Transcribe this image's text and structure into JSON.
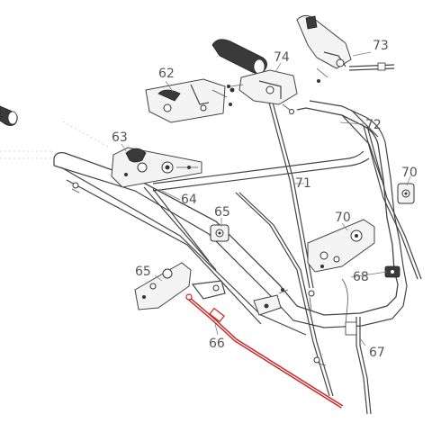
{
  "callouts": {
    "c62": "62",
    "c63": "63",
    "c64": "64",
    "c65a": "65",
    "c65b": "65",
    "c66": "66",
    "c67": "67",
    "c68": "68",
    "c70a": "70",
    "c70b": "70",
    "c71": "71",
    "c72": "72",
    "c73": "73",
    "c74": "74"
  },
  "highlight": {
    "part": "66",
    "color": "#cc2020"
  }
}
